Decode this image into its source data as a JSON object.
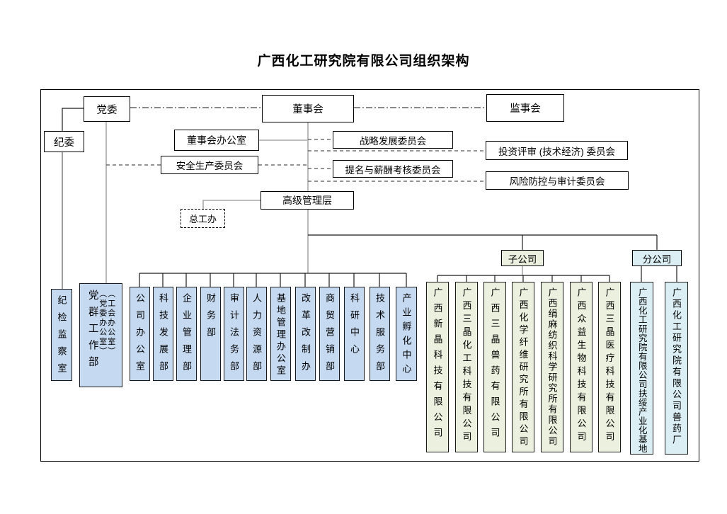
{
  "title": "广西化工研究院有限公司组织架构",
  "governance": {
    "party_committee": "党委",
    "discipline_committee": "纪委",
    "board": "董事会",
    "supervisory_board": "监事会",
    "board_office": "董事会办公室",
    "safety_committee": "安全生产委员会",
    "strategy_committee": "战略发展委员会",
    "nomination_committee": "提名与薪酬考核委员会",
    "investment_committee": "投资评审 (技术经济) 委员会",
    "risk_audit_committee": "风险防控与审计委员会",
    "senior_management": "高级管理层",
    "chief_engineer_office": "总工办"
  },
  "departments": [
    {
      "label": "纪检监察室"
    },
    {
      "label": "党群工作部",
      "sublabels": [
        "（党委办公室）",
        "（工会办公室）"
      ]
    },
    {
      "label": "公司办公室"
    },
    {
      "label": "科技发展部"
    },
    {
      "label": "企业管理部"
    },
    {
      "label": "财务部"
    },
    {
      "label": "审计法务部"
    },
    {
      "label": "人力资源部"
    },
    {
      "label": "基地管理办公室"
    },
    {
      "label": "改革改制办"
    },
    {
      "label": "商贸营销部"
    },
    {
      "label": "科研中心"
    },
    {
      "label": "技术服务部"
    },
    {
      "label": "产业孵化中心"
    }
  ],
  "subsidiaries": {
    "header": "子公司",
    "companies": [
      "广西新晶科技有限公司",
      "广西三晶化工科技有限公司",
      "广西三晶兽药有限公司",
      "广西化学纤维研究所有限公司",
      "广西绢麻纺织科学研究所有限公司",
      "广西众益生物科技有限公司",
      "广西三晶医疗科技有限公司"
    ]
  },
  "branches": {
    "header": "分公司",
    "companies": [
      "广西化工研究院有限公司扶绥产业化基地",
      "广西化工研究院有限公司兽药厂"
    ]
  },
  "colors": {
    "department_fill": "#c5d9f1",
    "subsidiary_fill": "#ebf1de",
    "branch_fill": "#daeef3"
  }
}
